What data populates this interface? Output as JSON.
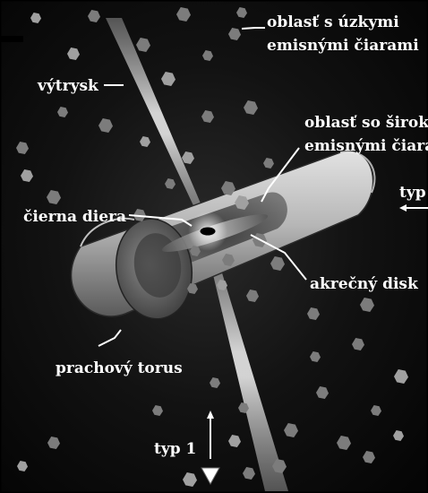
{
  "diagram": {
    "labels": {
      "narrow_line_region_line1": "oblasť s úzkymi",
      "narrow_line_region_line2": "emisnými čiarami",
      "broad_line_region_line1": "oblasť so široky",
      "broad_line_region_line2": "emisnými čiara",
      "jet": "výtrysk",
      "black_hole": "čierna diera",
      "accretion_disk": "akrečný disk",
      "dust_torus": "prachový torus",
      "type2": "typ",
      "type1": "typ 1"
    },
    "colors": {
      "background": "#050505",
      "label_text": "#ffffff",
      "clouds": "#8a8a8a",
      "torus": "#b8b8b8",
      "jet": "#e6e6e6"
    }
  }
}
